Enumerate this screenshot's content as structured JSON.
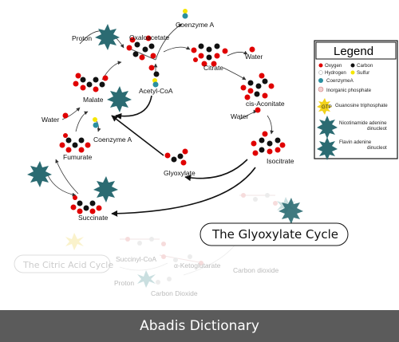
{
  "labels": {
    "proton": "Proton",
    "oxaloacetate": "Oxaloacetate",
    "coenzyme_a_top": "Coenzyme A",
    "water_top": "Water",
    "citrate": "Citrate",
    "acetyl_coa": "Acetyl-CoA",
    "malate": "Malate",
    "cis_aconitate": "cis-Aconitate",
    "water_right": "Water",
    "water_left": "Water",
    "coenzyme_a_left": "Coenzyme A",
    "fumurate": "Fumurate",
    "glyoxylate": "Glyoxylate",
    "isocitrate": "Isocitrate",
    "succinate": "Succinate"
  },
  "faded_labels": {
    "citric_acid_cycle": "The Citric Acid Cycle",
    "succinyl_coa": "Succinyl-CoA",
    "alpha_ketoglutarate": "α-Ketoglutarate",
    "carbon_dioxide_right": "Carbon dioxide",
    "proton": "Proton",
    "carbon_dioxide_bottom": "Carbon Dioxide"
  },
  "cycle_title": "The Glyoxylate Cycle",
  "legend": {
    "title": "Legend",
    "items": {
      "oxygen": "Oxygen",
      "carbon": "Carbon",
      "hydrogen": "Hydrogen",
      "sulfur": "Sulfur",
      "coenzyme_a": "CoenzymeA",
      "inorganic_phosphate": "Inorganic phosphate",
      "gtp_label": "GTP",
      "gtp": "Guanosine triphosphate",
      "nad_1": "Nicotinamide adenine",
      "nad_2": "dinucleot",
      "fad_1": "Flavin adenine",
      "fad_2": "dinucleot"
    }
  },
  "colors": {
    "oxygen": "#e00000",
    "carbon": "#111111",
    "hydrogen": "#ffffff",
    "sulfur": "#f5e600",
    "coenzyme": "#2a8fa0",
    "star": "#2b6b72",
    "gtp": "#f2d21a"
  },
  "footer": {
    "text": "Abadis Dictionary"
  }
}
